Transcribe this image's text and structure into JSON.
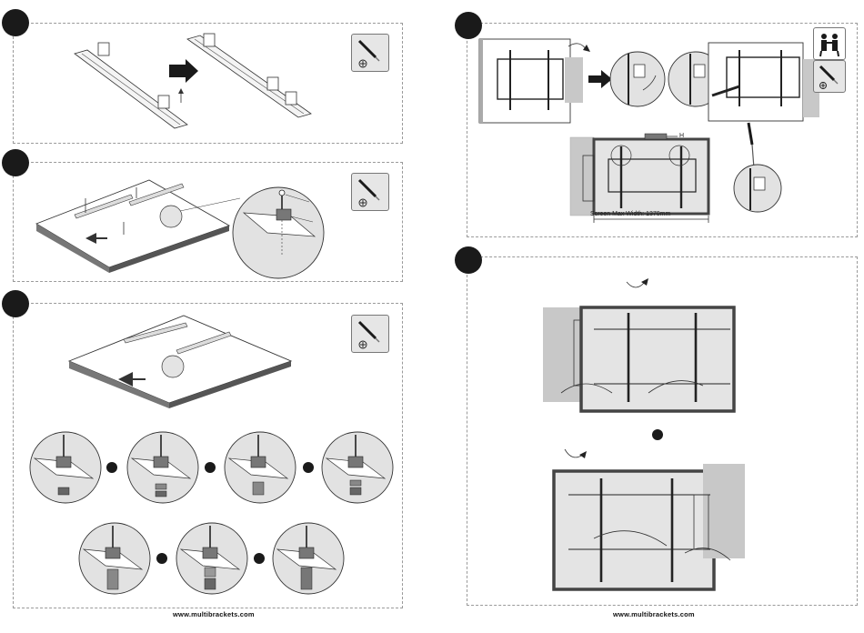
{
  "footer": {
    "left": "www.multibrackets.com",
    "right": "www.multibrackets.com"
  },
  "dimension": {
    "screen_max_width": "Screen Max Width: 1370mm",
    "h_label": "H"
  },
  "icons": {
    "screwdriver": "screwdriver-icon",
    "two_persons": "two-persons-icon"
  },
  "colors": {
    "ink": "#1a1a1a",
    "wall_shading": "#c8c8c8",
    "tv_frame": "#555555",
    "panel_border": "#9a9a9a"
  }
}
